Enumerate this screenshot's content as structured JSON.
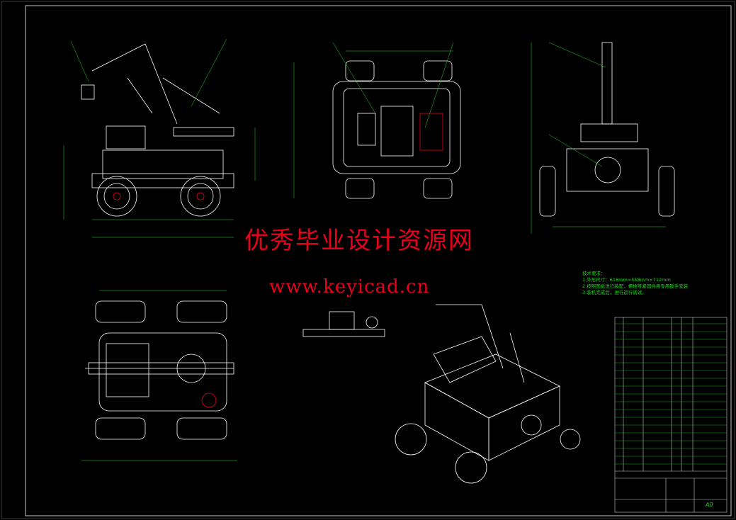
{
  "watermark": {
    "title": "优秀毕业设计资源网",
    "url": "www.keyicad.cn"
  },
  "technical_notes": {
    "heading": "技术要求：",
    "items": [
      "1.外形尺寸：618mm×558mm×712mm",
      "2.按照图纸进行装配，螺栓等紧固件用专用扳手安装",
      "3.装机完成后，进行运行调试。"
    ]
  },
  "title_block": {
    "sheet_size": "A0"
  },
  "colors": {
    "lines": "#ffffff",
    "dims": "#1fd61f",
    "red": "#e8001c",
    "border": "#c8c8c8"
  }
}
